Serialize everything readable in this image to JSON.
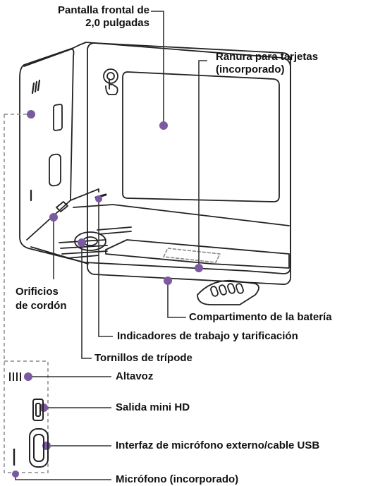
{
  "labels": {
    "front_screen": [
      "Pantalla frontal de",
      "2,0 pulgadas"
    ],
    "card_slot": [
      "Ranura para tarjetas",
      "(incorporado)"
    ],
    "lanyard_holes": [
      "Orificios",
      "de cordón"
    ],
    "battery": "Compartimento de la batería",
    "indicators": "Indicadores de trabajo y tarificación",
    "tripod": "Tornillos de trípode",
    "speaker": "Altavoz",
    "mini_hd": "Salida mini HD",
    "usb": "Interfaz de micrófono externo/cable USB",
    "mic": "Micrófono (incorporado)"
  },
  "colors": {
    "dot": "#7b5aa0",
    "line": "#333333",
    "dashed": "#8a8a8a",
    "body": "#222222"
  },
  "icons": [
    "touch-hand-icon",
    "speaker-grille-icon",
    "mini-hd-port-icon",
    "usb-port-icon",
    "microphone-hole-icon"
  ]
}
